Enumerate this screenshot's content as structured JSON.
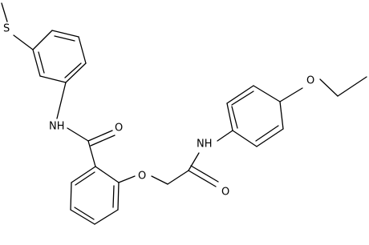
{
  "atom_labels": {
    "s": "S",
    "amide1_nh": "NH",
    "amide1_o": "O",
    "ether_o": "O",
    "amide2_nh": "NH",
    "amide2_o": "O",
    "ethoxy_o": "O"
  }
}
